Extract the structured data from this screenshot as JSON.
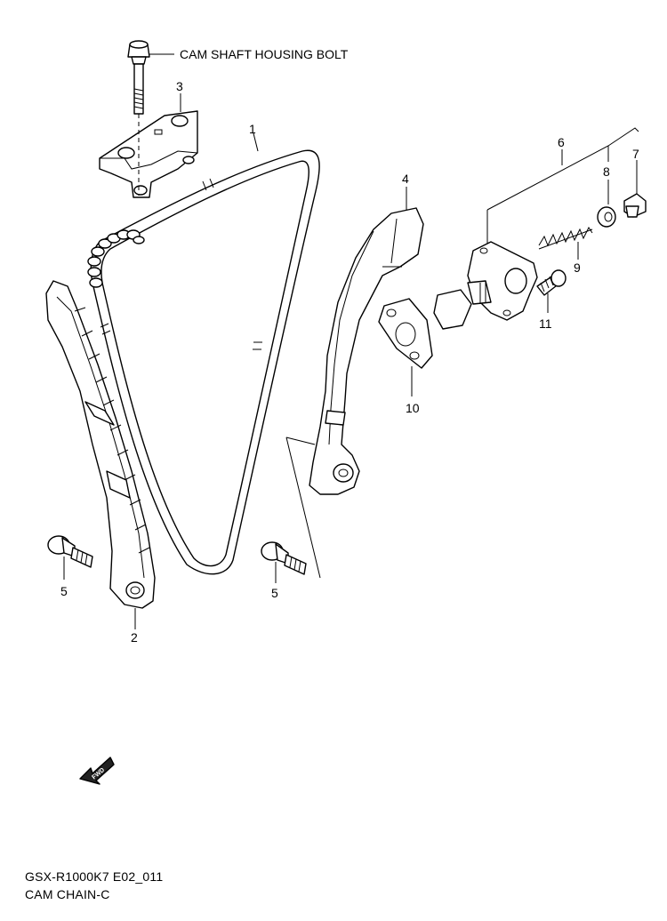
{
  "callouts": {
    "cam_shaft_housing_bolt": "CAM SHAFT HOUSING BOLT",
    "p1": "1",
    "p2": "2",
    "p3": "3",
    "p4": "4",
    "p5a": "5",
    "p5b": "5",
    "p6": "6",
    "p7": "7",
    "p8": "8",
    "p9": "9",
    "p10": "10",
    "p11": "11"
  },
  "fwd_label": "FWD",
  "footer": {
    "code": "GSX-R1000K7 E02_011",
    "title": "CAM CHAIN-C"
  }
}
